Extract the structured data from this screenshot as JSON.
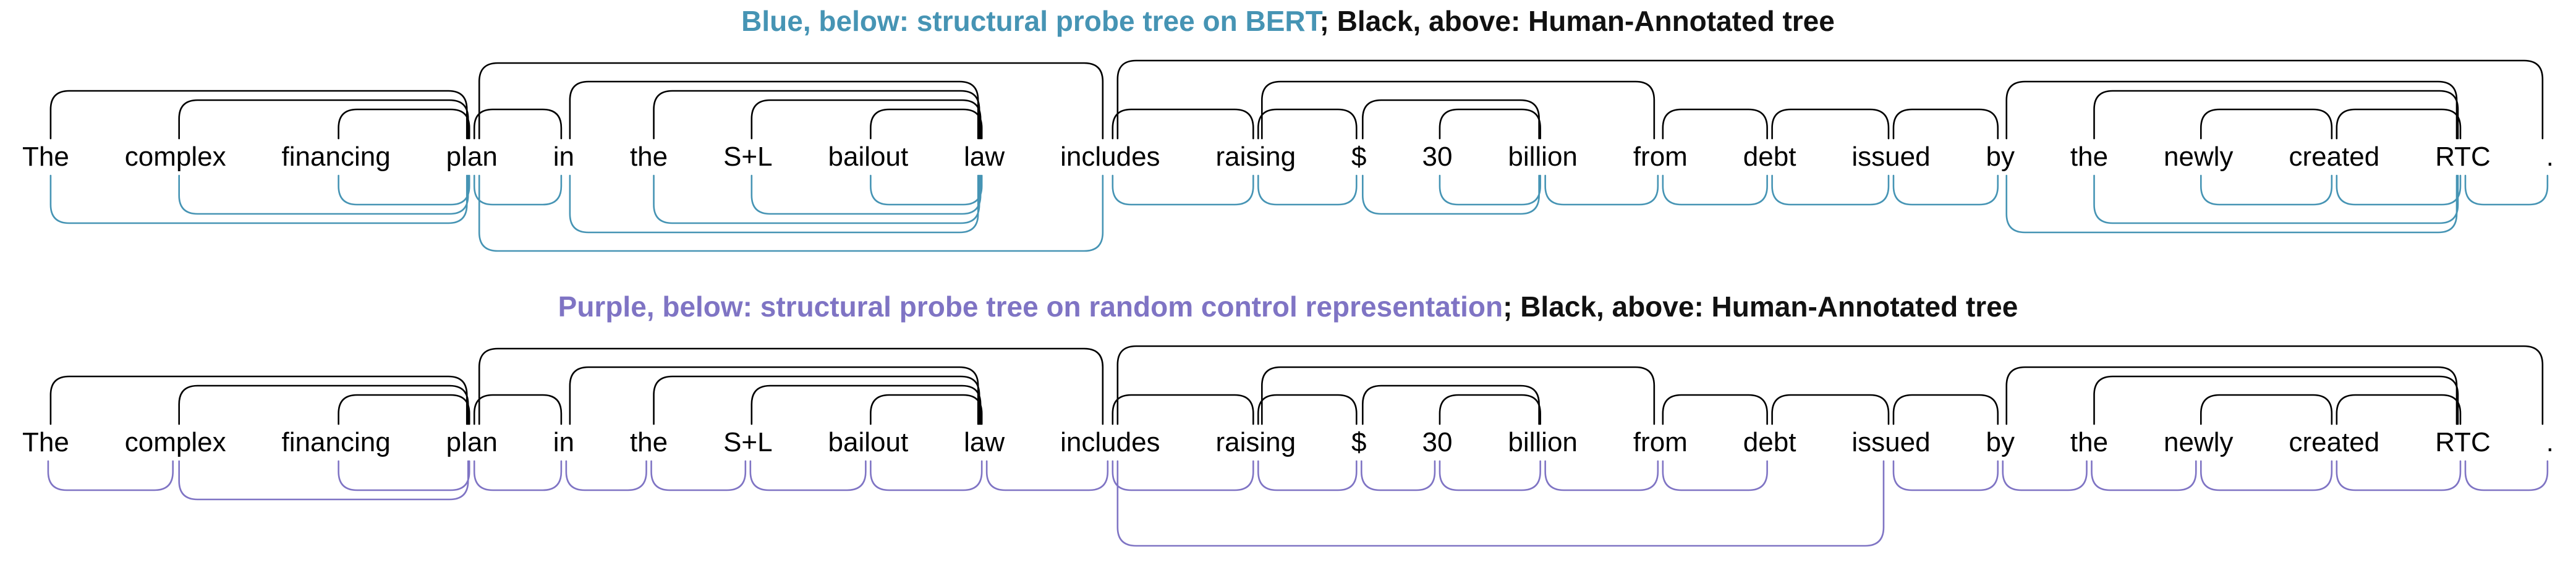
{
  "tokens": [
    "The",
    "complex",
    "financing",
    "plan",
    "in",
    "the",
    "S+L",
    "bailout",
    "law",
    "includes",
    "raising",
    "$",
    "30",
    "billion",
    "from",
    "debt",
    "issued",
    "by",
    "the",
    "newly",
    "created",
    "RTC",
    "."
  ],
  "panels": [
    {
      "id": "bert",
      "title_colored": "Blue, below: structural probe tree on BERT",
      "title_black": "; Black, above: Human-Annotated tree",
      "color": "#4694B4",
      "gold_color": "#000000",
      "edges_above": [
        [
          1,
          4
        ],
        [
          2,
          4
        ],
        [
          3,
          4
        ],
        [
          4,
          5
        ],
        [
          5,
          9
        ],
        [
          6,
          9
        ],
        [
          7,
          9
        ],
        [
          8,
          9
        ],
        [
          4,
          10
        ],
        [
          10,
          11
        ],
        [
          11,
          12
        ],
        [
          12,
          14
        ],
        [
          13,
          14
        ],
        [
          11,
          15
        ],
        [
          15,
          16
        ],
        [
          16,
          17
        ],
        [
          17,
          18
        ],
        [
          18,
          22
        ],
        [
          19,
          22
        ],
        [
          20,
          21
        ],
        [
          21,
          22
        ],
        [
          10,
          23
        ]
      ],
      "edges_below": [
        [
          1,
          4
        ],
        [
          2,
          4
        ],
        [
          3,
          4
        ],
        [
          4,
          5
        ],
        [
          5,
          9
        ],
        [
          6,
          9
        ],
        [
          7,
          9
        ],
        [
          8,
          9
        ],
        [
          4,
          10
        ],
        [
          10,
          11
        ],
        [
          11,
          12
        ],
        [
          12,
          14
        ],
        [
          13,
          14
        ],
        [
          14,
          15
        ],
        [
          15,
          16
        ],
        [
          16,
          17
        ],
        [
          17,
          18
        ],
        [
          18,
          22
        ],
        [
          19,
          22
        ],
        [
          20,
          21
        ],
        [
          21,
          22
        ],
        [
          22,
          23
        ]
      ]
    },
    {
      "id": "random",
      "title_colored": "Purple, below: structural probe tree on random control representation",
      "title_black": "; Black, above: Human-Annotated tree",
      "color": "#7F74C4",
      "gold_color": "#000000",
      "edges_above": [
        [
          1,
          4
        ],
        [
          2,
          4
        ],
        [
          3,
          4
        ],
        [
          4,
          5
        ],
        [
          5,
          9
        ],
        [
          6,
          9
        ],
        [
          7,
          9
        ],
        [
          8,
          9
        ],
        [
          4,
          10
        ],
        [
          10,
          11
        ],
        [
          11,
          12
        ],
        [
          12,
          14
        ],
        [
          13,
          14
        ],
        [
          11,
          15
        ],
        [
          15,
          16
        ],
        [
          16,
          17
        ],
        [
          17,
          18
        ],
        [
          18,
          22
        ],
        [
          19,
          22
        ],
        [
          20,
          21
        ],
        [
          21,
          22
        ],
        [
          10,
          23
        ]
      ],
      "edges_below": [
        [
          1,
          2
        ],
        [
          2,
          4
        ],
        [
          3,
          4
        ],
        [
          4,
          5
        ],
        [
          5,
          6
        ],
        [
          6,
          7
        ],
        [
          7,
          8
        ],
        [
          8,
          9
        ],
        [
          9,
          10
        ],
        [
          10,
          11
        ],
        [
          11,
          12
        ],
        [
          12,
          13
        ],
        [
          13,
          14
        ],
        [
          14,
          15
        ],
        [
          15,
          16
        ],
        [
          10,
          17
        ],
        [
          17,
          18
        ],
        [
          18,
          19
        ],
        [
          19,
          20
        ],
        [
          20,
          21
        ],
        [
          21,
          22
        ],
        [
          22,
          23
        ]
      ]
    }
  ]
}
